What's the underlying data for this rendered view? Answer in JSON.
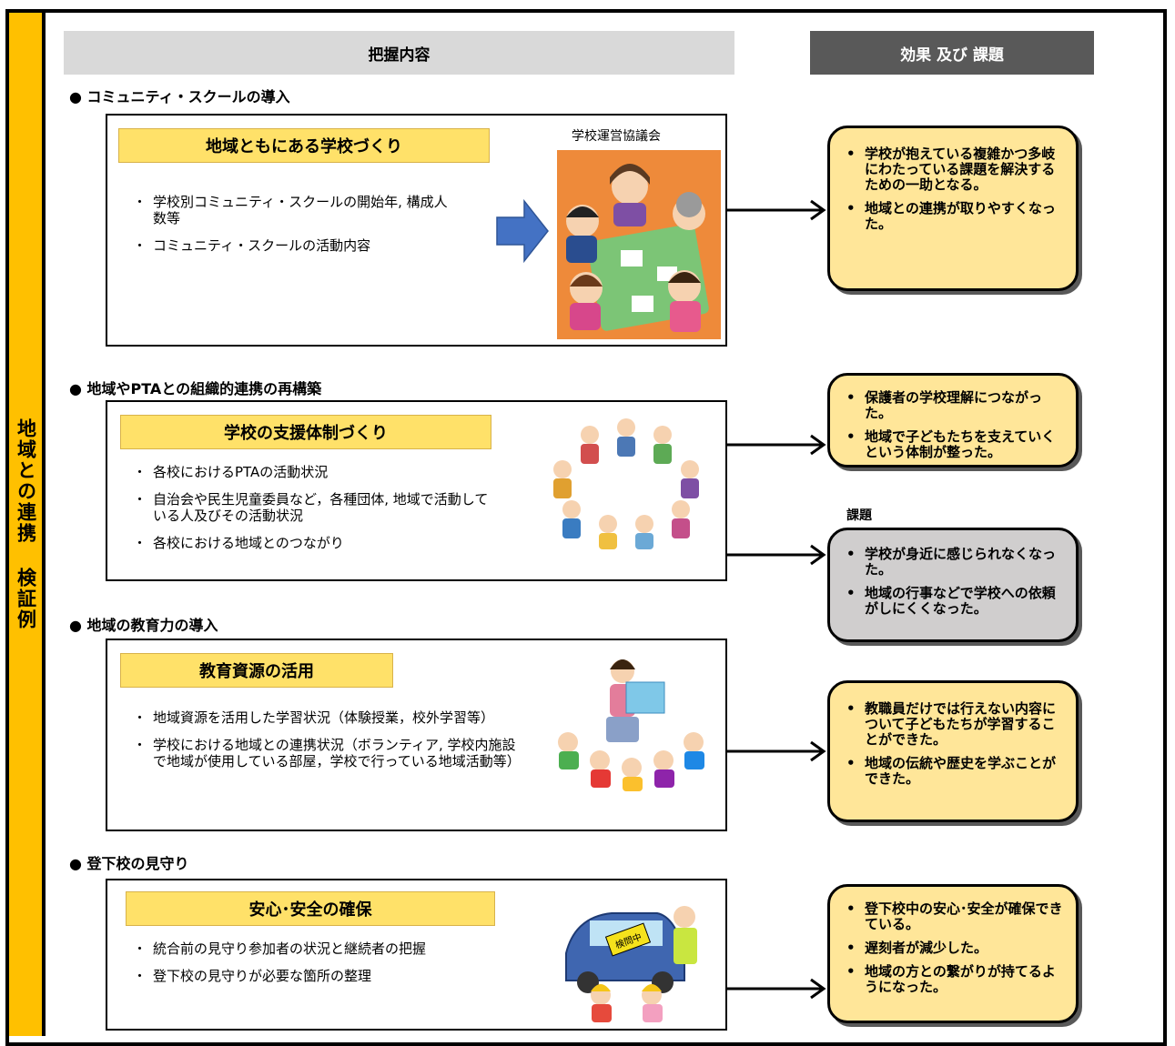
{
  "sidebar_label": "地域との連携 検証例",
  "headers": {
    "left": "把握内容",
    "right": "効果 及び 課題"
  },
  "sections": [
    {
      "title": "● コミュニティ・スクールの導入",
      "banner": "地域ともにある学校づくり",
      "items": [
        "学校別コミュニティ・スクールの開始年, 構成人数等",
        "コミュニティ・スクールの活動内容"
      ],
      "image_label": "学校運営協議会"
    },
    {
      "title": "● 地域やPTAとの組織的連携の再構築",
      "banner": "学校の支援体制づくり",
      "items": [
        "各校におけるPTAの活動状況",
        "自治会や民生児童委員など，各種団体, 地域で活動している人及びその活動状況",
        "各校における地域とのつながり"
      ]
    },
    {
      "title": "● 地域の教育力の導入",
      "banner": "教育資源の活用",
      "items": [
        "地域資源を活用した学習状況（体験授業，校外学習等）",
        "学校における地域との連携状況（ボランティア, 学校内施設で地域が使用している部屋，学校で行っている地域活動等）"
      ]
    },
    {
      "title": "● 登下校の見守り",
      "banner": "安心･安全の確保",
      "items": [
        "統合前の見守り参加者の状況と継続者の把握",
        "登下校の見守りが必要な箇所の整理"
      ],
      "image_sign": "検問中"
    }
  ],
  "bullet_mark": "・",
  "effect_bullet": "•",
  "effects": [
    [
      "学校が抱えている複雑かつ多岐にわたっている課題を解決するための一助となる。",
      "地域との連携が取りやすくなった。"
    ],
    [
      "保護者の学校理解につながった。",
      "地域で子どもたちを支えていくという体制が整った。"
    ],
    [
      "教職員だけでは行えない内容について子どもたちが学習することができた。",
      "地域の伝統や歴史を学ぶことができた。"
    ],
    [
      "登下校中の安心･安全が確保できている。",
      "遅刻者が減少した。",
      "地域の方との繋がりが持てるようになった。"
    ]
  ],
  "issues_label": "課題",
  "issues": [
    "学校が身近に感じられなくなった。",
    "地域の行事などで学校への依頼がしにくくなった。"
  ],
  "colors": {
    "sidebar": "#FFC000",
    "banner": "#FFE169",
    "effect_box": "#FFE699",
    "issue_box": "#D0CECE",
    "header_left": "#D9D9D9",
    "header_right": "#595959",
    "arrow_blue": "#4472C4"
  }
}
